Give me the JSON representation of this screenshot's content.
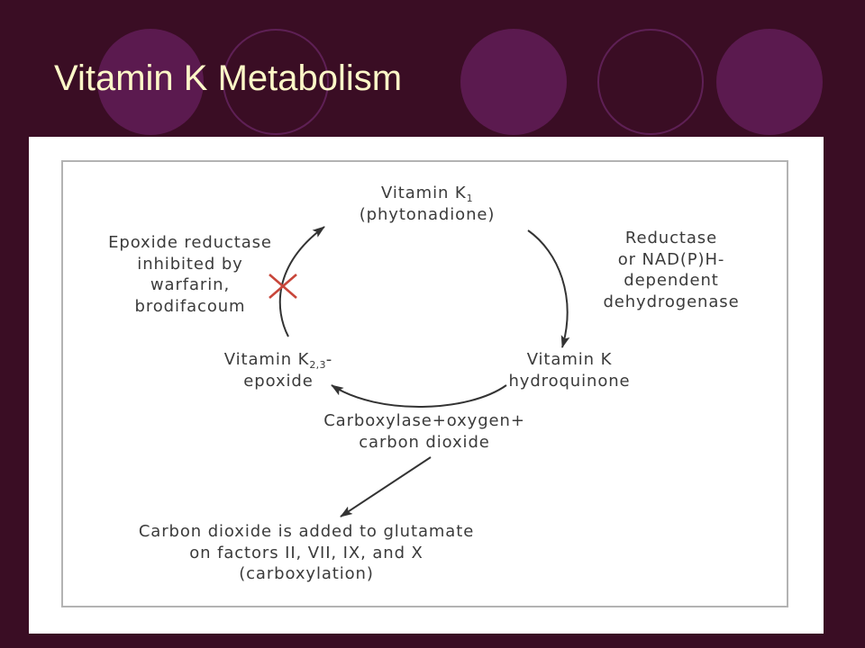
{
  "slide": {
    "title": "Vitamin K Metabolism"
  },
  "diagram": {
    "vitamin_k1": {
      "name": "Vitamin K",
      "subscript": "1",
      "line2": "(phytonadione)"
    },
    "reductase": {
      "lines": [
        "Reductase",
        "or NAD(P)H-",
        "dependent",
        "dehydrogenase"
      ]
    },
    "epoxide_reductase": {
      "lines": [
        "Epoxide reductase",
        "inhibited by",
        "warfarin,",
        "brodifacoum"
      ]
    },
    "epoxide": {
      "name": "Vitamin K",
      "subscript": "2,3",
      "suffix": "-",
      "line2": "epoxide"
    },
    "hydroquinone": {
      "lines": [
        "Vitamin K",
        "hydroquinone"
      ]
    },
    "carboxylase": {
      "lines": [
        "Carboxylase+oxygen+",
        "carbon dioxide"
      ]
    },
    "carboxylation": {
      "lines": [
        "Carbon dioxide is added to glutamate",
        "on factors II, VII, IX, and X",
        "(carboxylation)"
      ]
    },
    "inhibition_icon": "x-mark-icon"
  },
  "colors": {
    "background": "#3a0d24",
    "circle": "#5b1a4f",
    "ring": "#5e2055",
    "title": "#fdf8c8",
    "ink": "#3b3b3b",
    "x_mark": "#c8463a"
  }
}
